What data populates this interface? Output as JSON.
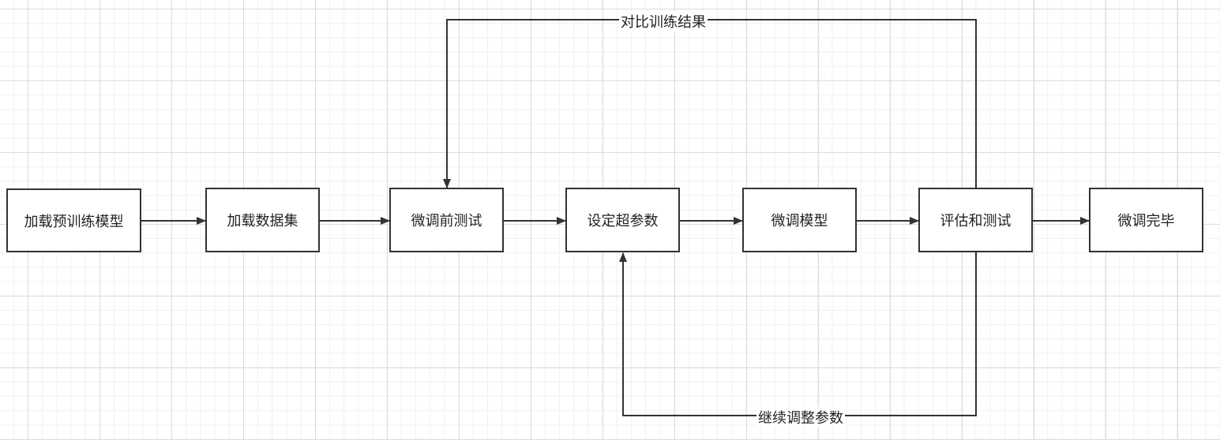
{
  "diagram": {
    "nodes": [
      {
        "id": "load-pretrained",
        "label": "加载预训练模型"
      },
      {
        "id": "load-dataset",
        "label": "加载数据集"
      },
      {
        "id": "pre-finetune-test",
        "label": "微调前测试"
      },
      {
        "id": "set-hyperparams",
        "label": "设定超参数"
      },
      {
        "id": "finetune-model",
        "label": "微调模型"
      },
      {
        "id": "evaluate-test",
        "label": "评估和测试"
      },
      {
        "id": "finetune-done",
        "label": "微调完毕"
      }
    ],
    "edges": [
      {
        "from": "load-pretrained",
        "to": "load-dataset",
        "label": ""
      },
      {
        "from": "load-dataset",
        "to": "pre-finetune-test",
        "label": ""
      },
      {
        "from": "pre-finetune-test",
        "to": "set-hyperparams",
        "label": ""
      },
      {
        "from": "set-hyperparams",
        "to": "finetune-model",
        "label": ""
      },
      {
        "from": "finetune-model",
        "to": "evaluate-test",
        "label": ""
      },
      {
        "from": "evaluate-test",
        "to": "finetune-done",
        "label": ""
      },
      {
        "from": "evaluate-test",
        "to": "pre-finetune-test",
        "label": "对比训练结果"
      },
      {
        "from": "evaluate-test",
        "to": "set-hyperparams",
        "label": "继续调整参数"
      }
    ],
    "colors": {
      "stroke": "#333333",
      "fill": "#ffffff",
      "grid": "#dcdcdc"
    }
  }
}
